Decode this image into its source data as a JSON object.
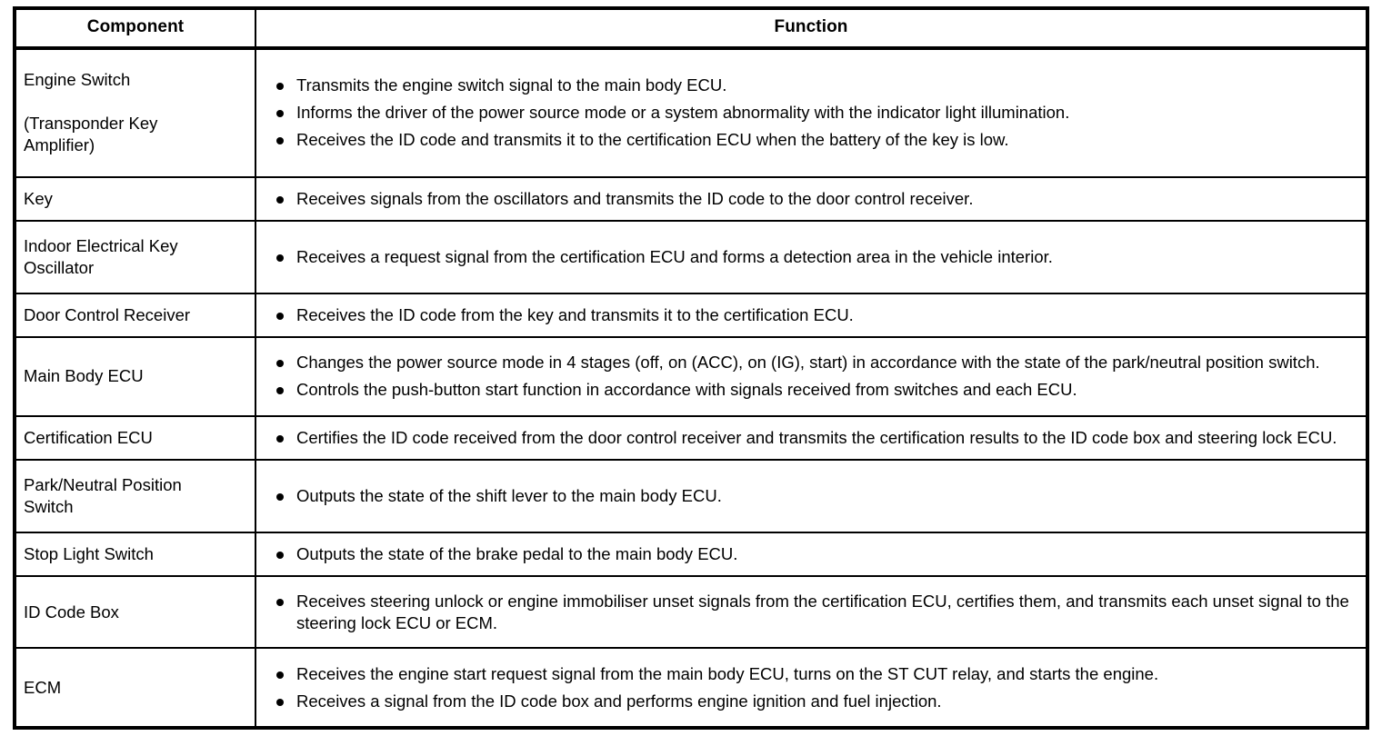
{
  "table": {
    "headers": {
      "component": "Component",
      "function": "Function"
    },
    "rows": [
      {
        "component": "Engine Switch\n\n(Transponder Key\nAmplifier)",
        "functions": [
          "Transmits the engine switch signal to the main body ECU.",
          "Informs the driver of the power source mode or a system abnormality with the indicator light illumination.",
          "Receives the ID code and transmits it to the certification ECU when the battery of the key is low."
        ]
      },
      {
        "component": "Key",
        "functions": [
          "Receives signals from the oscillators and transmits the ID code to the door control receiver."
        ]
      },
      {
        "component": "Indoor Electrical Key\nOscillator",
        "functions": [
          "Receives a request signal from the certification ECU and forms a detection area in the vehicle interior."
        ]
      },
      {
        "component": "Door Control Receiver",
        "functions": [
          "Receives the ID code from the key and transmits it to the certification ECU."
        ]
      },
      {
        "component": "Main Body ECU",
        "functions": [
          "Changes the power source mode in 4 stages (off, on (ACC), on (IG), start) in accordance with the state of the park/neutral position switch.",
          "Controls the push-button start function in accordance with signals received from switches and each ECU."
        ]
      },
      {
        "component": "Certification ECU",
        "functions": [
          "Certifies the ID code received from the door control receiver and transmits the certification results to the ID code box and steering lock ECU."
        ]
      },
      {
        "component": "Park/Neutral Position\nSwitch",
        "functions": [
          "Outputs the state of the shift lever to the main body ECU."
        ]
      },
      {
        "component": "Stop Light Switch",
        "functions": [
          "Outputs the state of the brake pedal to the main body ECU."
        ]
      },
      {
        "component": "ID Code Box",
        "functions": [
          "Receives steering unlock or engine immobiliser unset signals from the certification ECU, certifies them, and transmits each unset signal to the steering lock ECU or ECM."
        ]
      },
      {
        "component": "ECM",
        "functions": [
          "Receives the engine start request signal from the main body ECU, turns on the ST CUT relay, and starts the engine.",
          "Receives a signal from the ID code box and performs engine ignition and fuel injection."
        ]
      }
    ]
  },
  "colors": {
    "border": "#000000",
    "text": "#000000",
    "background": "#ffffff"
  },
  "icons": {
    "bullet": "bullet-icon"
  }
}
